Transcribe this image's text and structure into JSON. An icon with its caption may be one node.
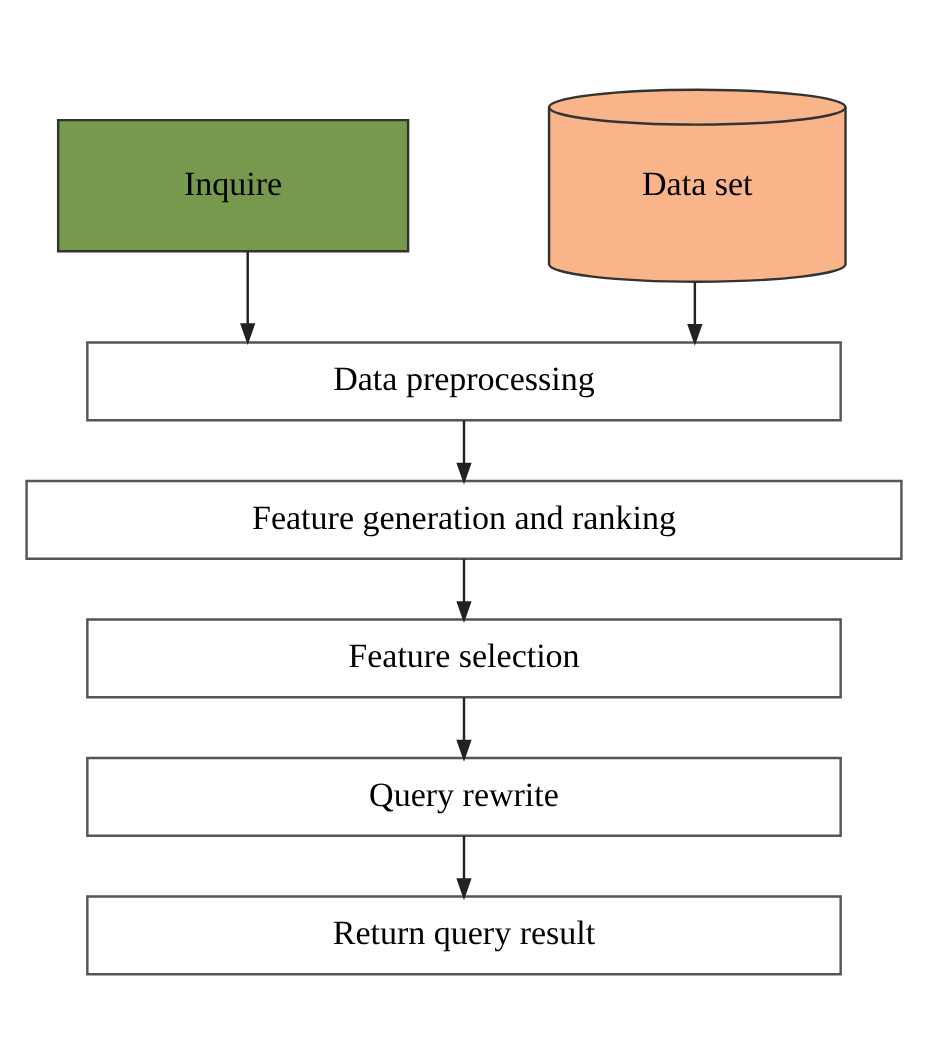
{
  "diagram": {
    "nodes": [
      {
        "text": [
          "Inquire"
        ]
      },
      {
        "text": [
          "Data set"
        ]
      },
      {
        "text": [
          "Data preprocessing"
        ]
      },
      {
        "text": [
          "Feature generation and ranking"
        ]
      },
      {
        "text": [
          "Feature selection"
        ]
      },
      {
        "text": [
          "Query rewrite"
        ]
      },
      {
        "text": [
          "Return query result"
        ]
      }
    ],
    "edges": [
      {
        "from": 0,
        "to": 2,
        "arrow": "to"
      },
      {
        "from": 1,
        "to": 2,
        "arrow": "to"
      },
      {
        "from": 2,
        "to": 3,
        "arrow": "to"
      },
      {
        "from": 3,
        "to": 4,
        "arrow": "to"
      },
      {
        "from": 4,
        "to": 5,
        "arrow": "to"
      },
      {
        "from": 5,
        "to": 6,
        "arrow": "to"
      }
    ]
  }
}
